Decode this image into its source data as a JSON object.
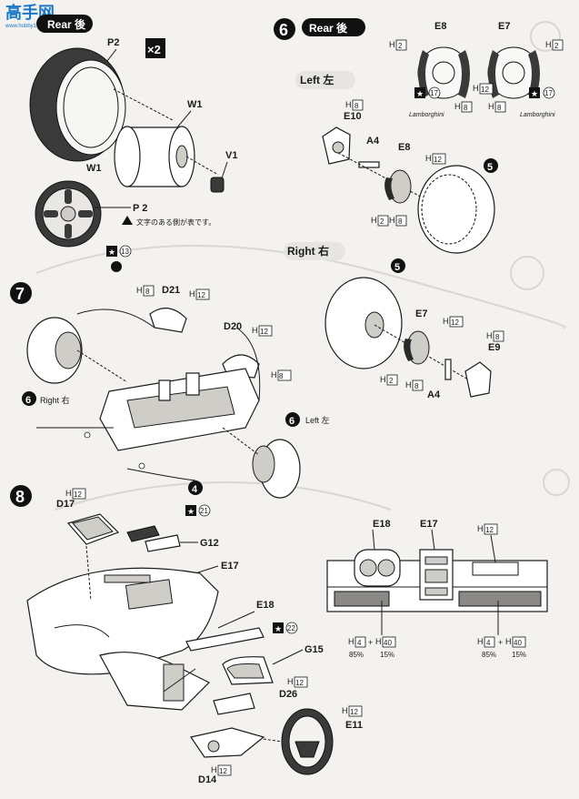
{
  "watermark": {
    "text": "高手网",
    "sub": "www.hobby163.com"
  },
  "step5": {
    "title": "Rear 後",
    "multiplier": "×2",
    "parts": {
      "p2": "P2",
      "w1": "W1",
      "v1": "V1",
      "w1b": "W1",
      "p2b": "P 2"
    },
    "note": "文字のある側が表です。",
    "paint_code": "13"
  },
  "step6": {
    "number": "6",
    "title": "Rear 後",
    "wheels": {
      "e8": "E8",
      "e7": "E7",
      "h2": "2",
      "h8": "8",
      "h12": "12",
      "paint": "17",
      "logo": "Lamborghini"
    },
    "left": {
      "label": "Left 左",
      "e10": "E10",
      "a4": "A4",
      "e8": "E8",
      "h8": "8",
      "h12": "12",
      "h2": "2",
      "ref": "5"
    },
    "right": {
      "label": "Right 右",
      "ref": "5",
      "e7": "E7",
      "h12": "12",
      "h8": "8",
      "e9": "E9",
      "h2": "2",
      "h8b": "8",
      "a4": "A4"
    }
  },
  "step7": {
    "number": "7",
    "parts": {
      "d21": "D21",
      "d20": "D20",
      "h8": "8",
      "h12": "12"
    },
    "right_ref": {
      "num": "6",
      "label": "Right 右"
    },
    "left_ref": {
      "num": "6",
      "label": "Left 左"
    },
    "ref4": "4"
  },
  "step8": {
    "number": "8",
    "parts": {
      "d17": "D17",
      "g12": "G12",
      "e17": "E17",
      "e18": "E18",
      "g15": "G15",
      "d26": "D26",
      "e11": "E11",
      "d14": "D14"
    },
    "h12": "12",
    "paint21": "21",
    "paint22": "22",
    "dash": {
      "e18": "E18",
      "e17": "E17",
      "h12": "12",
      "mix_left": {
        "a": "4",
        "b": "40",
        "pa": "85%",
        "pb": "15%"
      },
      "mix_right": {
        "a": "4",
        "b": "40",
        "pa": "85%",
        "pb": "15%"
      }
    }
  },
  "prefix_h": "H"
}
